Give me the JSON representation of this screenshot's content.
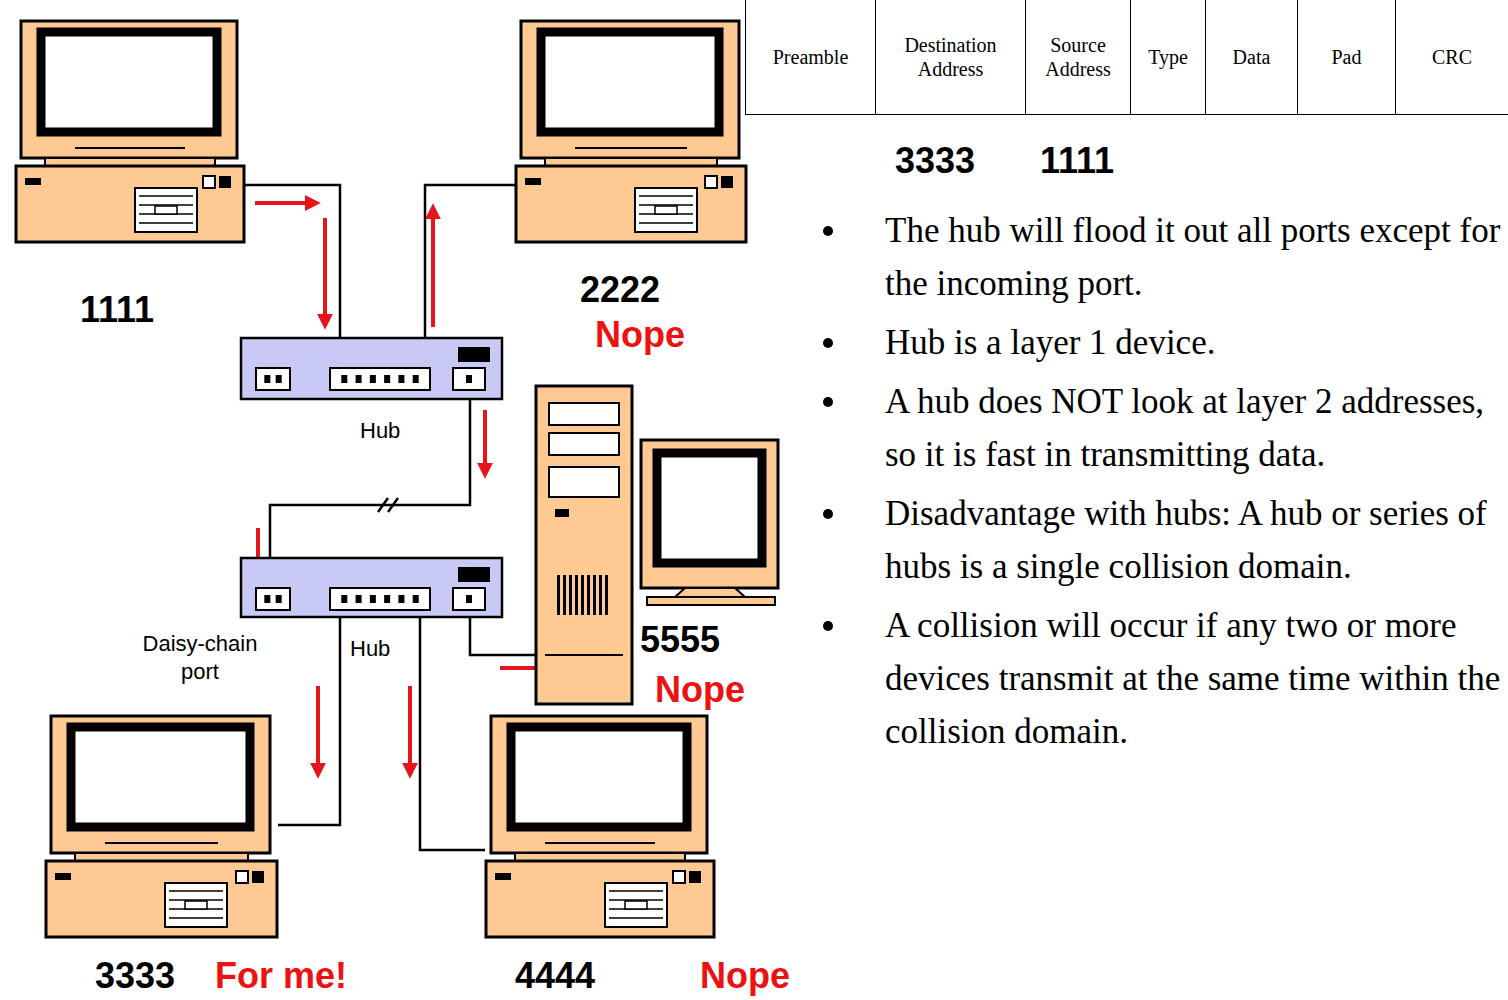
{
  "diagram": {
    "nodes": [
      {
        "text": [
          "1111"
        ]
      },
      {
        "text": [
          "2222",
          "Nope"
        ]
      },
      {
        "text": [
          "Hub"
        ]
      },
      {
        "text": [
          "Hub"
        ]
      },
      {
        "text": [
          "5555",
          "Nope"
        ]
      },
      {
        "text": [
          "3333",
          "For me!"
        ]
      },
      {
        "text": [
          "4444",
          "Nope"
        ]
      }
    ],
    "edges": [
      {
        "from": 0,
        "to": 2,
        "arrow": "none"
      },
      {
        "from": 2,
        "to": 1,
        "arrow": "none"
      },
      {
        "from": 2,
        "to": 3,
        "arrow": "none"
      },
      {
        "from": 3,
        "to": 4,
        "arrow": "none"
      },
      {
        "from": 3,
        "to": 5,
        "arrow": "none"
      },
      {
        "from": 3,
        "to": 6,
        "arrow": "none"
      }
    ],
    "labels": [
      "Preamble",
      "Destination Address",
      "Source Address",
      "Type",
      "Data",
      "Pad",
      "CRC",
      "3333",
      "1111",
      "The hub will flood it out all ports except for the incoming port.",
      "Hub is a layer 1 device.",
      "A hub does NOT look at layer 2 addresses, so it is fast in transmitting data.",
      "Disadvantage with hubs: A hub or series of hubs is a single collision domain.",
      "A collision will occur if any two or more devices transmit at the same time within the collision domain.",
      "Daisy-chain port"
    ]
  }
}
